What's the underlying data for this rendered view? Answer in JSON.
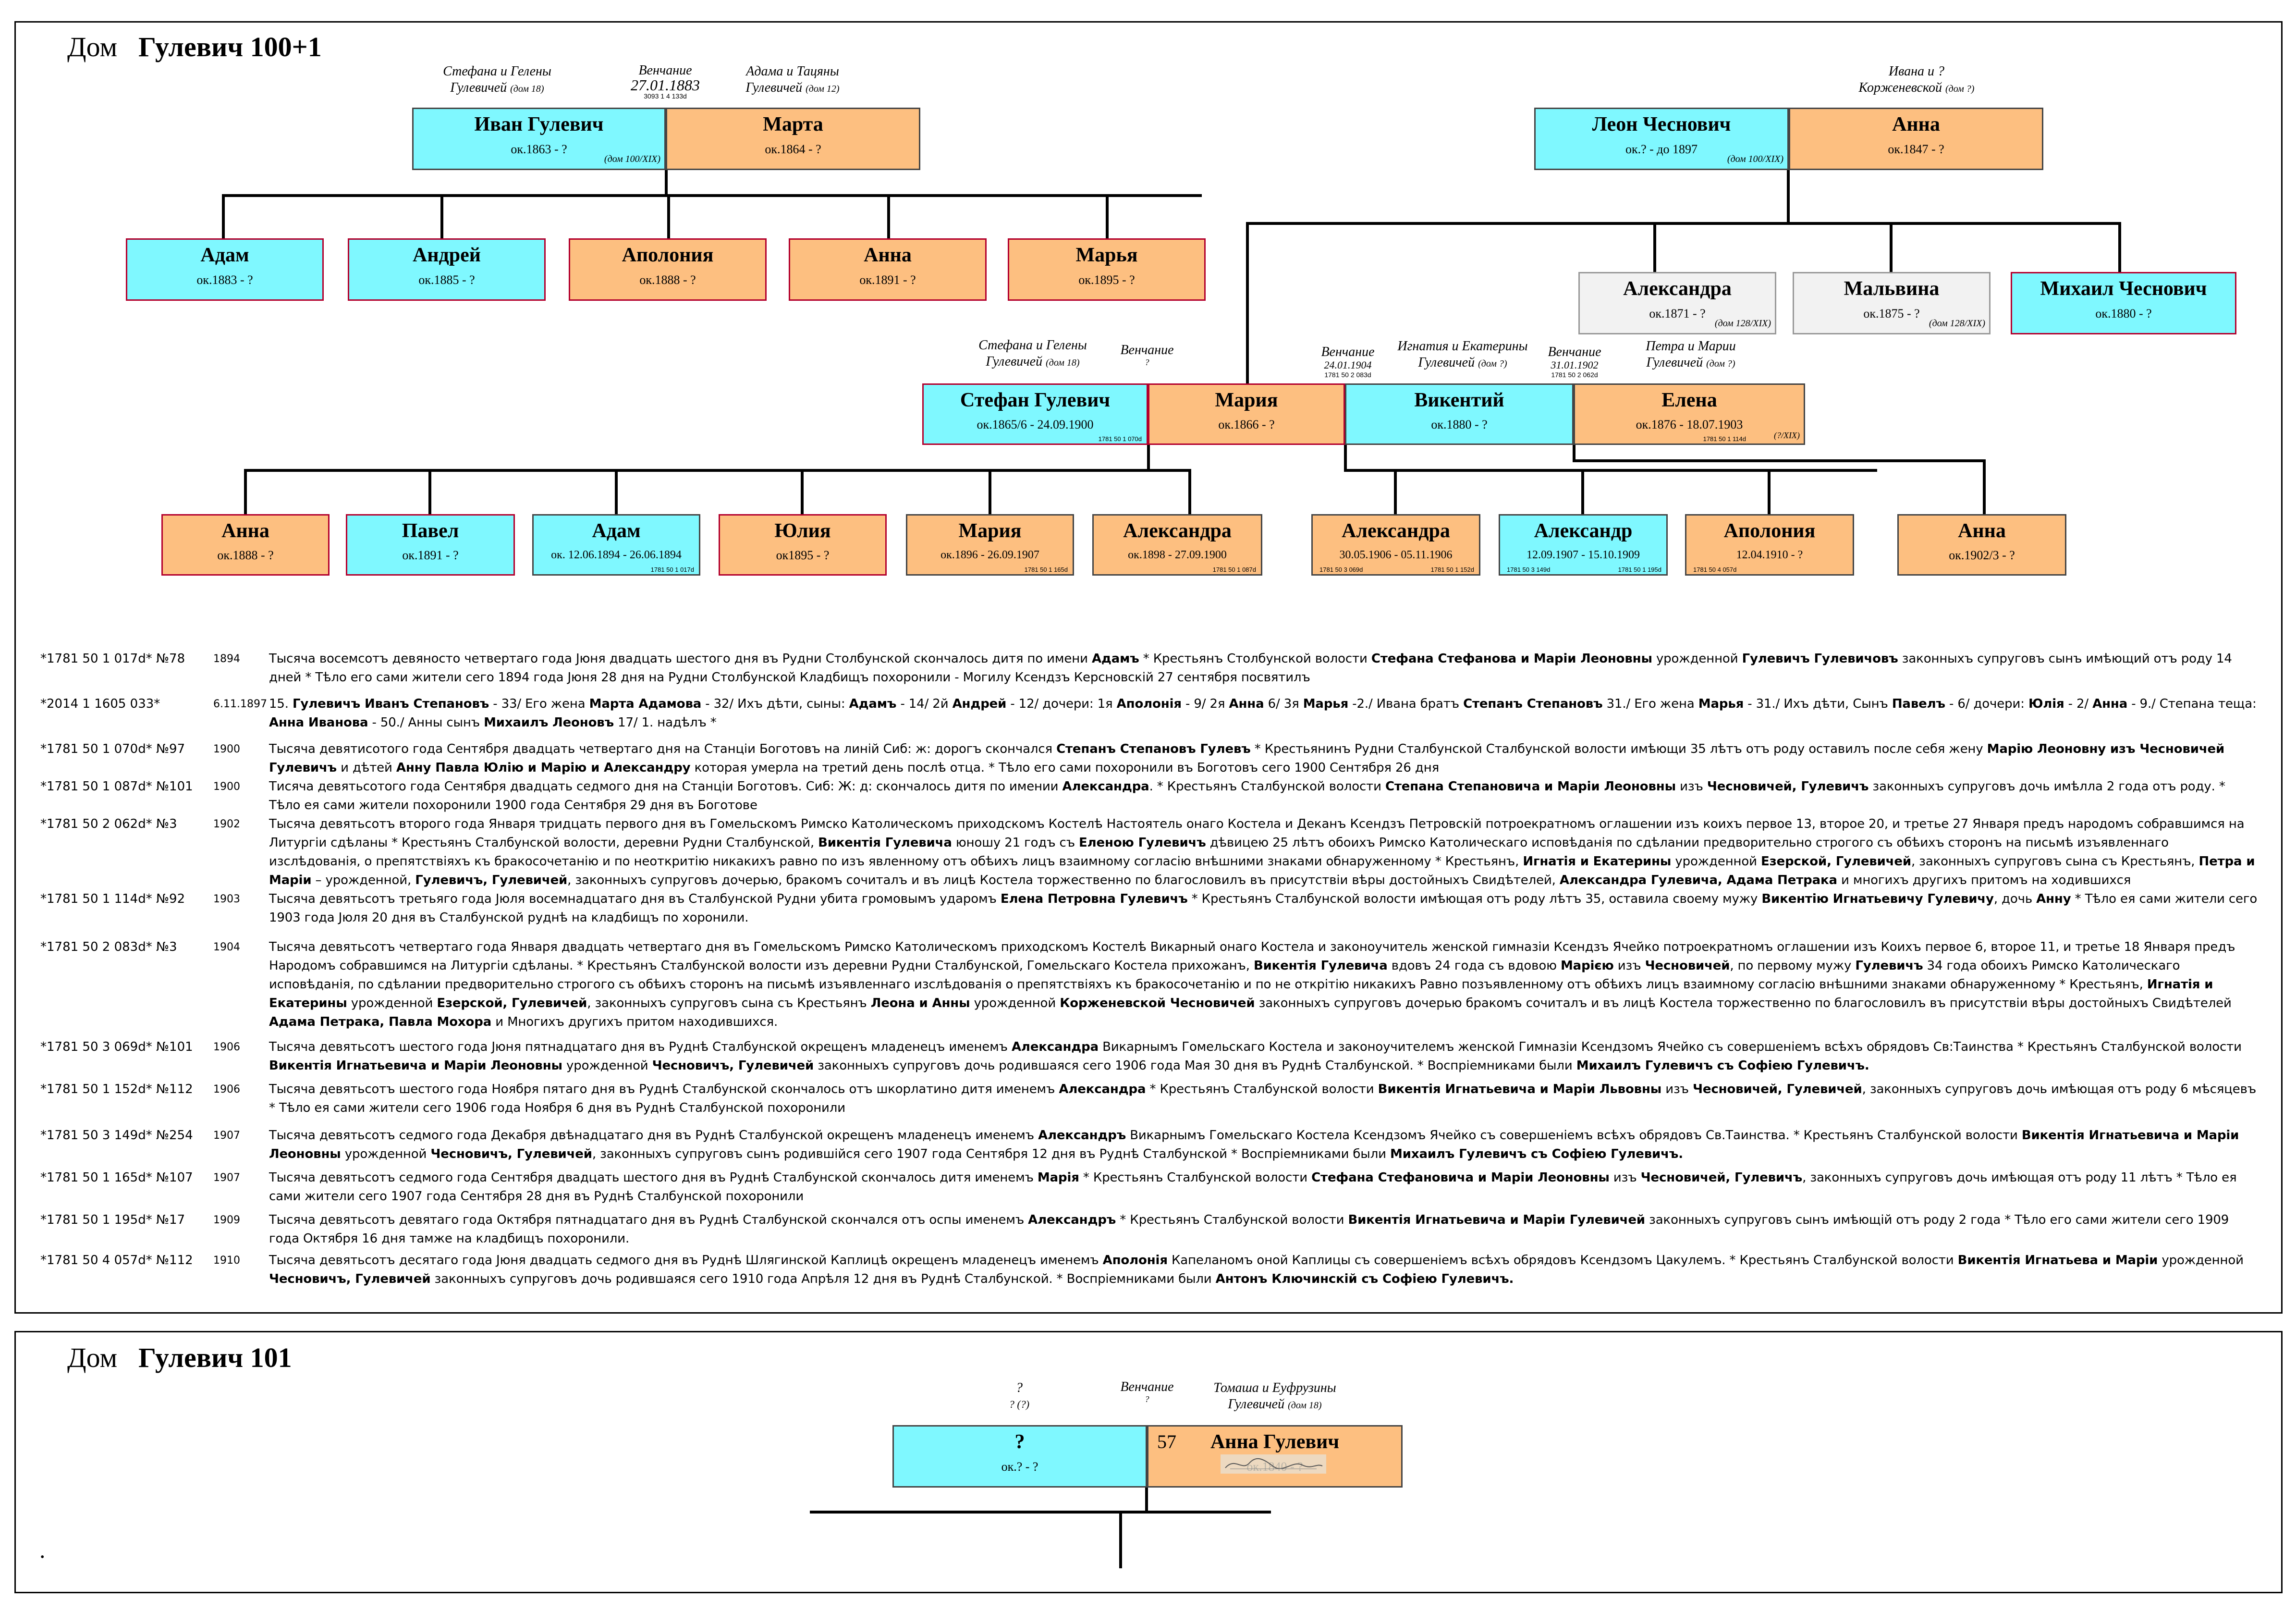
{
  "colors": {
    "male": "#7ff8ff",
    "female": "#fdbf80",
    "unknown": "#f2f2f2",
    "frame": "#000000",
    "highlight_border": "#b3002d"
  },
  "house1": {
    "title_word": "Дом",
    "title_name": "Гулевич 100+1",
    "parents_ivan": "Стефана и Гелены",
    "parents_ivan_2": "Гулевичей",
    "parents_ivan_note": "(дом 18)",
    "wedding_label": "Венчание",
    "wedding_date": "27.01.1883",
    "wedding_ref": "3093 1 4 133d",
    "parents_marta": "Адама и Тацяны",
    "parents_marta_2": "Гулевичей",
    "parents_marta_note": "(дом 12)",
    "ivan": {
      "name": "Иван Гулевич",
      "dates": "ок.1863 - ?",
      "note": "(дом 100/XIX)"
    },
    "marta": {
      "name": "Марта",
      "dates": "ок.1864 - ?"
    },
    "children1": [
      {
        "name": "Адам",
        "dates": "ок.1883 - ?"
      },
      {
        "name": "Андрей",
        "dates": "ок.1885 - ?"
      },
      {
        "name": "Аполония",
        "dates": "ок.1888 - ?"
      },
      {
        "name": "Анна",
        "dates": "ок.1891 - ?"
      },
      {
        "name": "Марья",
        "dates": "ок.1895 - ?"
      }
    ],
    "parents_anna": "Ивана и ?",
    "parents_anna_2": "Корженевской",
    "parents_anna_note": "(дом ?)",
    "leon": {
      "name": "Леон Чеснович",
      "dates": "ок.? - до 1897",
      "note": "(дом 100/XIX)"
    },
    "anna_ch": {
      "name": "Анна",
      "dates": "ок.1847 - ?"
    },
    "aleksandra_ch": {
      "name": "Александра",
      "dates": "ок.1871 - ?",
      "note": "(дом 128/XIX)"
    },
    "malvina": {
      "name": "Мальвина",
      "dates": "ок.1875 - ?",
      "note": "(дом 128/XIX)"
    },
    "mikhail": {
      "name": "Михаил Чеснович",
      "dates": "ок.1880 - ?"
    },
    "parents_stefan": "Стефана и Гелены",
    "parents_stefan_2": "Гулевичей",
    "parents_stefan_note": "(дом 18)",
    "wedding2_label": "Венчание",
    "wedding2_date": "?",
    "wedding3_label": "Венчание",
    "wedding3_date": "24.01.1904",
    "wedding3_ref": "1781 50 2 083d",
    "parents_vikenty": "Игнатия и Екатерины",
    "parents_vikenty_2": "Гулевичей",
    "parents_vikenty_note": "(дом ?)",
    "wedding4_label": "Венчание",
    "wedding4_date": "31.01.1902",
    "wedding4_ref": "1781 50 2 062d",
    "parents_elena": "Петра и Марии",
    "parents_elena_2": "Гулевичей",
    "parents_elena_note": "(дом ?)",
    "stefan": {
      "name": "Стефан Гулевич",
      "dates": "ок.1865/6 - 24.09.1900",
      "ref": "1781 50 1 070d"
    },
    "maria": {
      "name": "Мария",
      "dates": "ок.1866 - ?"
    },
    "vikenty": {
      "name": "Викентий",
      "dates": "ок.1880 - ?"
    },
    "elena": {
      "name": "Елена",
      "dates": "ок.1876 - 18.07.1903",
      "ref": "1781 50 1 114d",
      "note": "(?/XIX)"
    },
    "children2": [
      {
        "name": "Анна",
        "dates": "ок.1888 - ?",
        "ref": ""
      },
      {
        "name": "Павел",
        "dates": "ок.1891 - ?",
        "ref": ""
      },
      {
        "name": "Адам",
        "dates": "ок. 12.06.1894 - 26.06.1894",
        "ref": "1781 50 1 017d"
      },
      {
        "name": "Юлия",
        "dates": "ок1895 - ?",
        "ref": ""
      },
      {
        "name": "Мария",
        "dates": "ок.1896 - 26.09.1907",
        "ref": "1781 50 1 165d"
      },
      {
        "name": "Александра",
        "dates": "ок.1898 - 27.09.1900",
        "ref": "1781 50 1 087d"
      }
    ],
    "children3": [
      {
        "name": "Александра",
        "dates": "30.05.1906 - 05.11.1906",
        "ref_l": "1781 50 3 069d",
        "ref": "1781 50 1 152d"
      },
      {
        "name": "Александр",
        "dates": "12.09.1907 - 15.10.1909",
        "ref_l": "1781 50 3 149d",
        "ref": "1781 50 1 195d"
      },
      {
        "name": "Аполония",
        "dates": "12.04.1910 - ?",
        "ref_l": "1781 50 4 057d",
        "ref": ""
      }
    ],
    "anna_e": {
      "name": "Анна",
      "dates": "ок.1902/3 - ?"
    },
    "records": [
      {
        "id": "*1781 50 1 017d* №78",
        "year": "1894",
        "html": "Тысяча восемсотъ девяносто четвертаго года Јюня двадцать шестого дня въ Рудни Столбунской скончалось дитя по имени <b>Адамъ</b> * Крестьянъ Столбунской волости <b>Стефана Стефанова и Маріи Леоновны</b> урожденной <b>Гулевичъ Гулевичовъ</b> законныхъ супруговъ сынъ имѣющий отъ роду 14 дней * Тѣло его сами жители сего 1894 года Јюня 28 дня на Рудни Столбунской Кладбищъ похоронили - Могилу Ксендзъ Керсновскій 27 сентября посвятилъ"
      },
      {
        "id": "*2014 1 1605 033*",
        "year": "6.11.1897",
        "html": "15. <b>Гулевичъ Иванъ Степановъ</b> - 33/ Его жена <b>Марта Адамова</b> - 32/ Ихъ дѣти, сыны: <b>Адамъ</b> - 14/ 2й <b>Андрей</b> - 12/ дочери: 1я <b>Аполонія</b> - 9/ 2я <b>Анна</b> 6/ 3я <b>Марья</b> -2./ Ивана братъ <b>Степанъ Степановъ</b> 31./ Его жена <b>Марья</b> - 31./ Ихъ дѣти, Сынъ <b>Павелъ</b> - 6/ дочери: <b>Юлія</b> - 2/ <b>Анна</b> - 9./ Степана теща: <b>Анна Иванова</b> - 50./ Анны сынъ <b>Михаилъ Леоновъ</b> 17/ 1. надѣлъ *"
      },
      {
        "id": "*1781 50 1 070d* №97",
        "year": "1900",
        "html": "Тысяча девятисотого года Сентября двадцать четвертаго дня на Станціи Боготовъ на линій Сиб: ж: дорогъ скончался <b>Степанъ Степановъ Гулевъ</b> * Крестьянинъ Рудни Сталбунской Сталбунской волости имѣющи 35 лѣтъ отъ роду оставилъ после себя жену <b>Марію Леоновну изъ Чесновичей Гулевичъ</b> и дѣтей <b>Анну Павла Юлію и Марію и Александру</b> которая умерла на третий день послѣ отца. * Тѣло его сами похоронили въ Боготовъ сего 1900 Сентября 26 дня"
      },
      {
        "id": "*1781 50 1 087d* №101",
        "year": "1900",
        "html": "Тисяча девятьсотого года Сентября двадцать седмого дня на Станціи Боготовъ. Сиб: Ж: д: скончалось дитя по имении <b>Александра</b>. * Крестьянъ Сталбунской волости <b>Степана Степановича и Маріи Леоновны</b> изъ <b>Чесновичей, Гулевичъ</b> законныхъ супруговъ дочь имѣлла 2 года отъ роду. * Тѣло ея сами жители похоронили 1900 года Сентября 29 дня въ Боготове"
      },
      {
        "id": "*1781 50 2 062d* №3",
        "year": "1902",
        "html": "Тысяча девятьсотъ второго года Января тридцать первого дня въ Гомельскомъ Римско Католическомъ приходскомъ Костелѣ Настоятель онаго Костела и Деканъ Ксендзъ Петровскій потроекратномъ оглашении изъ коихъ первое 13, второе 20, и третье 27 Января предъ народомъ собравшимся на Литургіи сдѣланы * Крестьянъ Сталбунской волости, деревни Рудни Сталбунской, <b>Викентія Гулевича</b> юношу 21 годъ съ <b>Еленою Гулевичъ</b> дѣвицею 25 лѣтъ обоихъ Римско Католическаго исповѣданія по сдѣлании предворительно строгого съ обѣихъ сторонъ на письмѣ изъявленнаго изслѣдованія, о препятствіяхъ къ бракосочетанію и по неоткритію никакихъ равно по изъ явленному отъ обѣихъ лицъ взаимному согласію внѣшними знаками обнаруженному * Крестьянъ, <b>Игнатія и Екатерины</b> урожденной <b>Езерской, Гулевичей</b>, законныхъ супруговъ сына съ Крестьянъ, <b>Петра и Маріи</b> – урожденной, <b>Гулевичъ, Гулевичей</b>, законныхъ супруговъ дочерью, бракомъ сочиталъ и въ лицѣ Костела торжественно по благословилъ въ присутствіи вѣры достойныхъ Свидѣтелей, <b>Александра Гулевича, Адама Петрака</b> и многихъ другихъ притомъ на ходившихся"
      },
      {
        "id": "*1781 50 1 114d* №92",
        "year": "1903",
        "html": "Тысяча девятьсотъ третьяго года Јюля восемнадцатаго дня въ Сталбунской Рудни убита громовымъ ударомъ <b>Елена Петровна Гулевичъ</b> * Крестьянъ Сталбунской волости имѣющая отъ роду лѣтъ 35, оставила своему мужу <b>Викентію Игнатьевичу Гулевичу</b>, дочь <b>Анну</b> * Тѣло ея сами жители сего 1903 года Јюля 20 дня въ Сталбунской руднѣ на кладбищъ по хоронили."
      },
      {
        "id": "*1781 50 2 083d* №3",
        "year": "1904",
        "html": "Тысяча девятьсотъ четвертаго года Января двадцать четвертаго дня въ Гомельскомъ Римско Католическомъ приходскомъ Костелѣ Викарный онаго Костела и законоучитель женской гимназіи Ксендзъ Ячейко потроекратномъ оглашении изъ Коихъ первое 6, второе 11, и третье 18 Января предъ Народомъ собравшимся на Литургіи сдѣланы. * Крестьянъ Сталбунской волости изъ деревни Рудни Сталбунской, Гомельскаго Костела прихожанъ, <b>Викентія Гулевича</b> вдовъ 24 года съ вдовою <b>Марією</b> изъ <b>Чесновичей</b>, по первому мужу <b>Гулевичъ</b> 34 года обоихъ Римско Католическаго исповѣданія, по сдѣлании предворительно строгого съ обѣихъ сторонъ на письмѣ изъявленнаго изслѣдованія о препятствіяхъ къ бракосочетанію и по не открітію никакихъ Равно позъявленному отъ обѣихъ лицъ взаимному согласію внѣшними знаками обнаруженному * Крестьянъ, <b>Игнатія и Екатерины</b> урожденной <b>Езерской, Гулевичей</b>, законныхъ супруговъ сына съ Крестьянъ <b>Леона и Анны</b> урожденной <b>Корженевской Чесновичей</b> законныхъ супруговъ дочерью бракомъ сочиталъ и въ лицѣ Костела торжественно по благословилъ въ присутствіи вѣры достойныхъ Свидѣтелей <b>Адама Петрака, Павла Мохора</b> и Многихъ другихъ притом находившихся."
      },
      {
        "id": "*1781 50 3 069d* №101",
        "year": "1906",
        "html": "Тысяча девятьсотъ шестого года Јюня пятнадцатаго дня въ Руднѣ Сталбунской окрещенъ младенецъ именемъ <b>Александра</b> Викарнымъ Гомельскаго Костела и законоучителемъ женской Гимназіи Ксендзомъ Ячейко съ совершеніемъ всѣхъ обрядовъ Св:Таинства * Крестьянъ Сталбунской волости <b>Викентія Игнатьевича и Маріи Леоновны</b> урожденной <b>Чесновичъ, Гулевичей</b> законныхъ супруговъ дочь родившаяся сего 1906 года Мая 30 дня въ Руднѣ Сталбунской. * Воспріемниками были <b>Михаилъ Гулевичъ съ Софіею Гулевичъ.</b>"
      },
      {
        "id": "*1781 50 1 152d* №112",
        "year": "1906",
        "html": "Тысяча девятьсотъ шестого года Ноября пятаго дня въ Руднѣ Сталбунской скончалось отъ шкорлатино дитя именемъ <b>Александра</b> * Крестьянъ Сталбунской волости <b>Викентія Игнатьевича и Маріи Львовны</b> изъ <b>Чесновичей, Гулевичей</b>, законныхъ супруговъ дочь имѣющая отъ роду 6 мѣсяцевъ * Тѣло ея сами жители сего 1906 года Ноября 6 дня въ Руднѣ Сталбунской похоронили"
      },
      {
        "id": "*1781 50 3 149d* №254",
        "year": "1907",
        "html": "Тысяча девятьсотъ седмого года Декабря двѣнадцатаго дня въ Руднѣ Сталбунской окрещенъ младенецъ именемъ <b>Александръ</b> Викарнымъ Гомельскаго Костела Ксендзомъ Ячейко съ совершеніемъ всѣхъ обрядовъ Св.Таинства. * Крестьянъ Сталбунской волости <b>Викентія Игнатьевича и Маріи Леоновны</b> урожденной <b>Чесновичъ, Гулевичей</b>, законныхъ супруговъ сынъ родившійся сего 1907 года Сентября 12 дня въ Руднѣ Сталбунской * Воспріемниками были <b>Михаилъ Гулевичъ съ Софіею Гулевичъ.</b>"
      },
      {
        "id": "*1781 50 1 165d* №107",
        "year": "1907",
        "html": "Тысяча девятьсотъ седмого года Сентября двадцать шестого дня въ Руднѣ Сталбунской скончалось дитя именемъ <b>Марія</b> * Крестьянъ Сталбунской волости <b>Стефана Стефановича и Маріи Леоновны</b> изъ <b>Чесновичей, Гулевичъ</b>, законныхъ супруговъ дочь имѣющая отъ роду 11 лѣтъ * Тѣло ея сами жители сего 1907 года Сентября 28 дня въ Руднѣ Сталбунской похоронили"
      },
      {
        "id": "*1781 50 1 195d* №17",
        "year": "1909",
        "html": "Тысяча девятьсотъ девятаго года Октября пятнадцатаго дня въ Руднѣ Сталбунской скончался отъ оспы именемъ <b>Александръ</b> * Крестьянъ Сталбунской волости <b>Викентія Игнатьевича и Маріи Гулевичей</b> законныхъ супруговъ сынъ имѣющій отъ роду 2 года * Тѣло его сами жители сего 1909 года Октября 16 дня тамже на кладбищъ похоронили."
      },
      {
        "id": "*1781 50 4 057d* №112",
        "year": "1910",
        "html": "Тысяча девятьсотъ десятаго года Јюня двадцать седмого дня въ Руднѣ Шлягинской Каплицѣ окрещенъ младенецъ именемъ <b>Аполонія</b> Капеланомъ оной Каплицы съ совершеніемъ всѣхъ обрядовъ Ксендзомъ Цакулемъ. * Крестьянъ Сталбунской волости <b>Викентія Игнатьева и Маріи</b> урожденной <b>Чесновичъ, Гулевичей</b> законныхъ супруговъ дочь родившаяся сего 1910 года Апрѣля 12 дня въ Руднѣ Сталбунской. * Воспріемниками были <b>Антонъ Ключинскій съ Софіею Гулевичъ.</b>"
      }
    ]
  },
  "house2": {
    "title_word": "Дом",
    "title_name": "Гулевич 101",
    "parents_left": "?",
    "parents_left_2": "? (?)",
    "wedding_label": "Венчание",
    "wedding_date": "?",
    "parents_right": "Томаша и Еуфрузины",
    "parents_right_2": "Гулевичей",
    "parents_right_note": "(дом 18)",
    "husband": {
      "name": "?",
      "dates": "ок.? - ?"
    },
    "wife": {
      "name": "Анна Гулевич",
      "dates": "ок.1840 - ?",
      "age_mark": "57"
    }
  },
  "footer_mark": "•"
}
